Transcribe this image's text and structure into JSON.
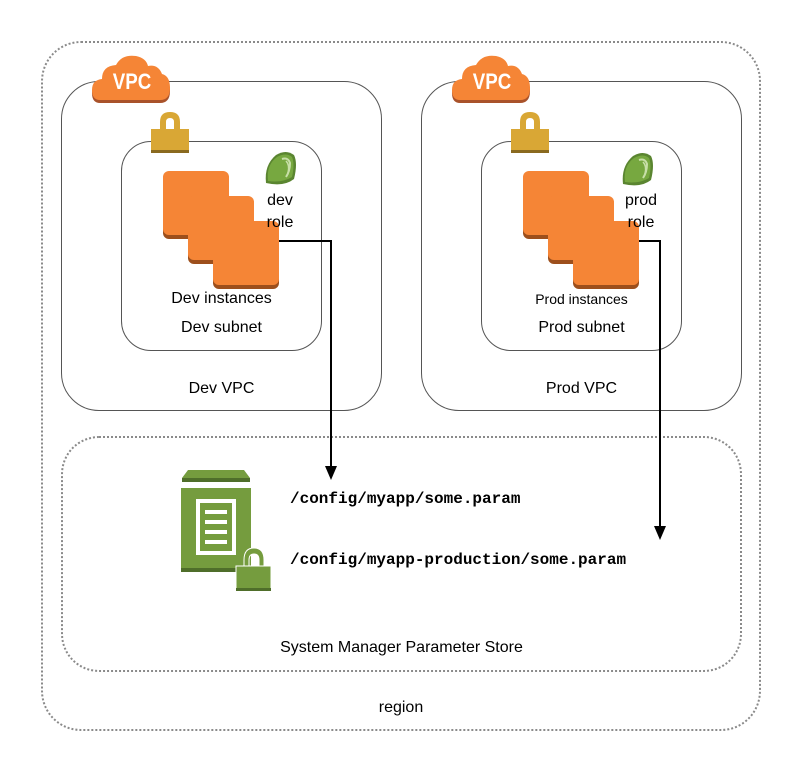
{
  "region": {
    "label": "region"
  },
  "vpcs": [
    {
      "badge": "VPC",
      "label": "Dev VPC",
      "subnet_label": "Dev subnet",
      "instances_label": "Dev instances",
      "role_label_line1": "dev",
      "role_label_line2": "role"
    },
    {
      "badge": "VPC",
      "label": "Prod VPC",
      "subnet_label": "Prod subnet",
      "instances_label": "Prod instances",
      "role_label_line1": "prod",
      "role_label_line2": "role"
    }
  ],
  "parameter_store": {
    "label": "System Manager Parameter Store",
    "params": [
      "/config/myapp/some.param",
      "/config/myapp-production/some.param"
    ]
  },
  "colors": {
    "vpc_orange": "#f58536",
    "lock_gold": "#d9a735",
    "helmet_green": "#6c9a3b",
    "store_green": "#759c3e"
  },
  "icons": {
    "vpc": "cloud-icon",
    "subnet_lock": "lock-icon",
    "role": "hard-hat-icon",
    "instances": "ec2-instance-icon",
    "store": "parameter-store-icon"
  }
}
